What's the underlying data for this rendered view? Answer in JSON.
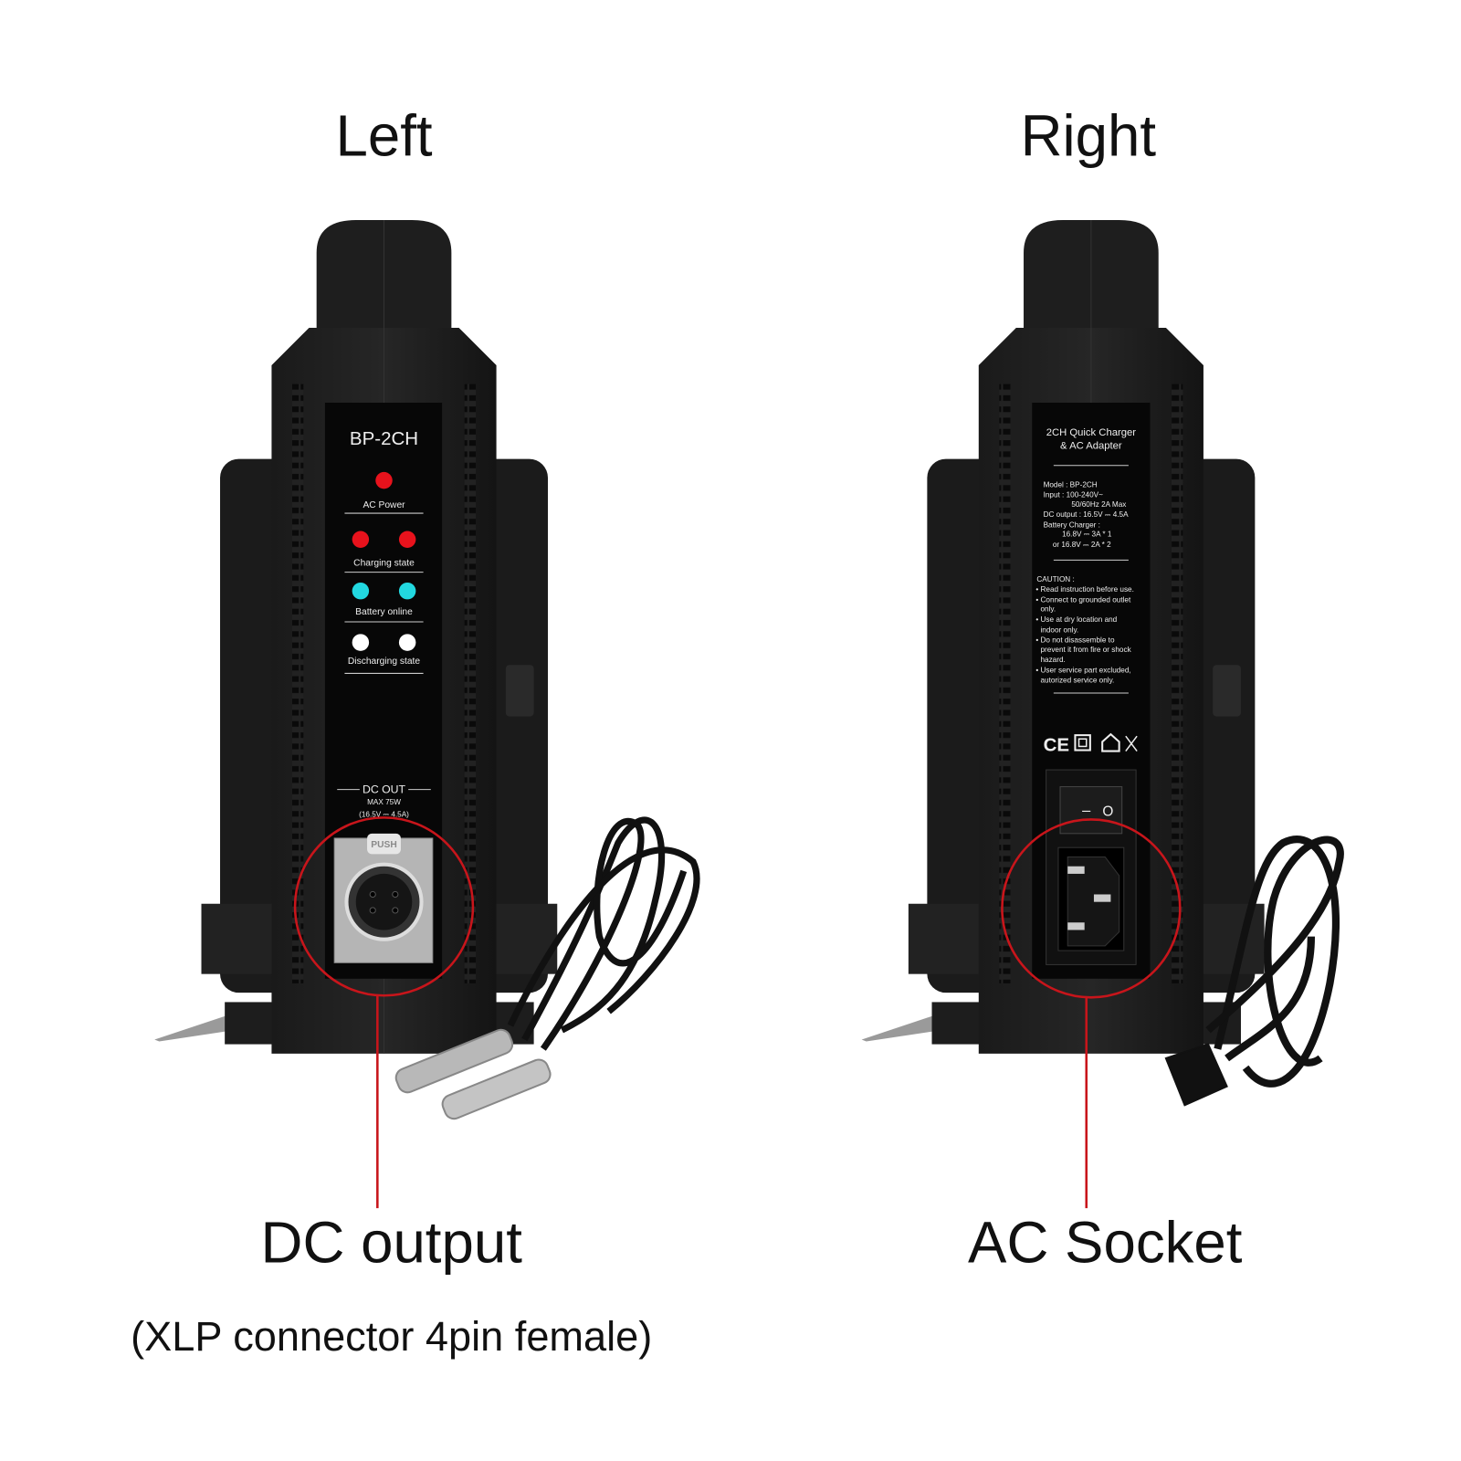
{
  "headings": {
    "left": "Left",
    "right": "Right"
  },
  "left_panel": {
    "model": "BP-2CH",
    "indicators": [
      {
        "label": "AC Power",
        "color": "#e8121c",
        "count": 1
      },
      {
        "label": "Charging state",
        "color": "#e8121c",
        "count": 2
      },
      {
        "label": "Battery online",
        "color": "#22d8e0",
        "count": 2
      },
      {
        "label": "Discharging state",
        "color": "#ffffff",
        "count": 2
      }
    ],
    "dc_out": "DC OUT",
    "dc_max": "MAX 75W",
    "dc_rating": "(16.5V ⎓ 4.5A)",
    "connector_tab": "PUSH"
  },
  "right_panel": {
    "title_lines": [
      "2CH Quick Charger",
      "& AC Adapter"
    ],
    "spec_lines": [
      "Model : BP-2CH",
      "Input :  100-240V~",
      "50/60Hz 2A Max",
      "DC output : 16.5V ⎓ 4.5A",
      "Battery Charger :",
      "16.8V ⎓ 3A * 1",
      "or 16.8V ⎓ 2A * 2"
    ],
    "caution_title": "CAUTION :",
    "caution_lines": [
      "• Read instruction before use.",
      "• Connect to grounded outlet",
      "only.",
      "• Use at dry location and",
      "indoor only.",
      "• Do not disassemble to",
      "prevent it from fire or shock",
      "hazard.",
      "• User service part excluded,",
      "autorized service only."
    ],
    "marks": "CE",
    "switch_off": "–",
    "switch_on": "O"
  },
  "callouts": {
    "left_title": "DC output",
    "left_subtitle": "(XLP connector 4pin female)",
    "right_title": "AC Socket",
    "accent_color": "#c8151b"
  }
}
